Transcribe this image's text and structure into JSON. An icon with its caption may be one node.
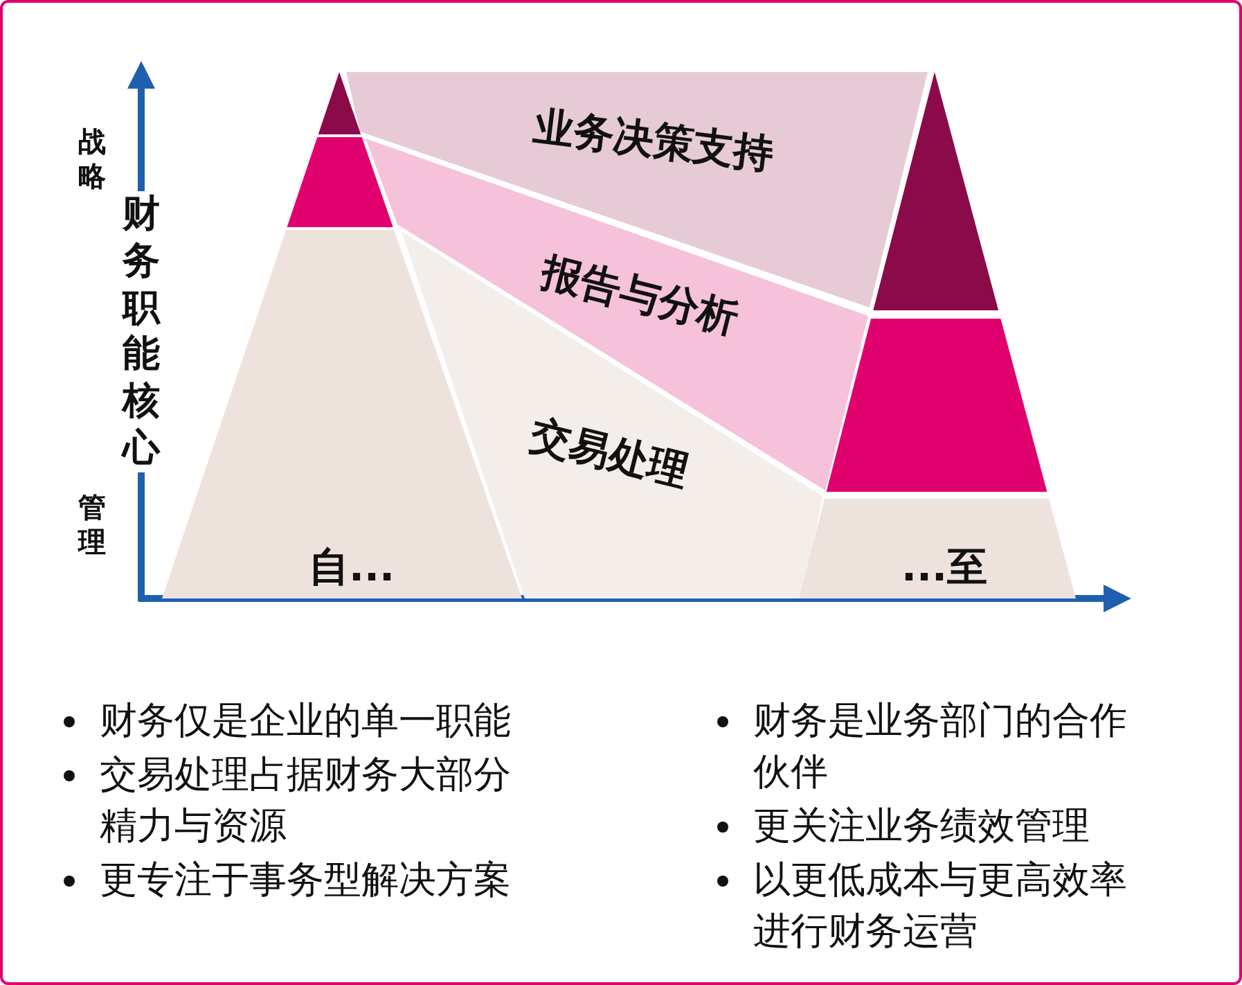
{
  "diagram": {
    "nodes": [
      {
        "text": [
          "自..."
        ]
      },
      {
        "text": [
          "...至"
        ]
      },
      {
        "text": [
          "业务决策支持"
        ]
      },
      {
        "text": [
          "报告与分析"
        ]
      },
      {
        "text": [
          "交易处理"
        ]
      }
    ],
    "labels": [
      "战略",
      "财务职能核心",
      "管理",
      "财务仅是企业的单一职能",
      "交易处理占据财务大部分精力与资源",
      "更专注于事务型解决方案",
      "财务是业务部门的合作伙伴",
      "更关注业务绩效管理",
      "以更低成本与更高效率进行财务运营"
    ]
  }
}
